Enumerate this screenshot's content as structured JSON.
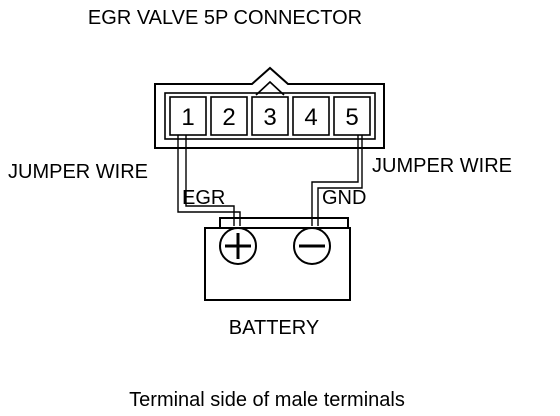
{
  "title": "EGR VALVE 5P CONNECTOR",
  "connector": {
    "pins": [
      "1",
      "2",
      "3",
      "4",
      "5"
    ]
  },
  "labels": {
    "jumper_left": "JUMPER WIRE",
    "jumper_right": "JUMPER WIRE",
    "egr": "EGR",
    "gnd": "GND",
    "battery": "BATTERY"
  },
  "battery_terminals": {
    "positive_symbol": "plus-icon",
    "negative_symbol": "minus-icon"
  },
  "caption": "Terminal side of male terminals",
  "colors": {
    "line": "#000000",
    "background": "#ffffff"
  }
}
